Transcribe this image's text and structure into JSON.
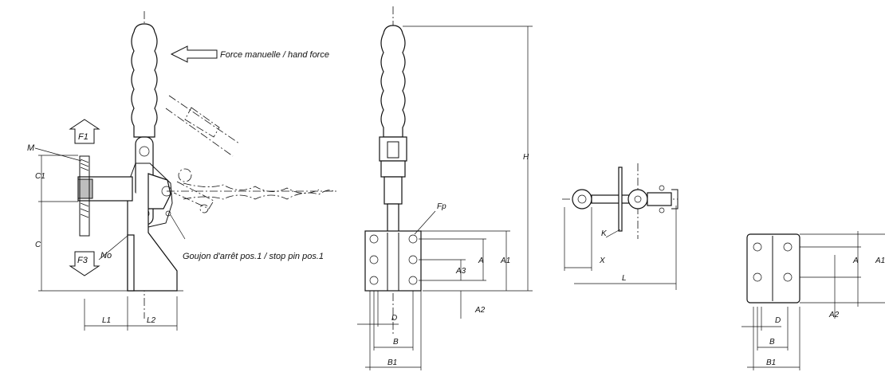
{
  "callouts": {
    "hand_force": "Force manuelle / hand force",
    "stop_pin": "Goujon d'arrêt pos.1 / stop pin pos.1",
    "m": "M",
    "f1": "F1",
    "f3": "F3",
    "no": "No"
  },
  "dims_side": {
    "c1": "C1",
    "c": "C",
    "l1": "L1",
    "l2": "L2"
  },
  "dims_front": {
    "h": "H",
    "fp": "Fp",
    "a": "A",
    "a1": "A1",
    "a2": "A2",
    "a3": "A3",
    "d": "D",
    "b": "B",
    "b1": "B1"
  },
  "dims_top": {
    "k": "K",
    "l": "L",
    "x": "X"
  },
  "dims_base": {
    "a": "A",
    "a1": "A1",
    "a2": "A2",
    "d": "D",
    "b": "B",
    "b1": "B1"
  }
}
